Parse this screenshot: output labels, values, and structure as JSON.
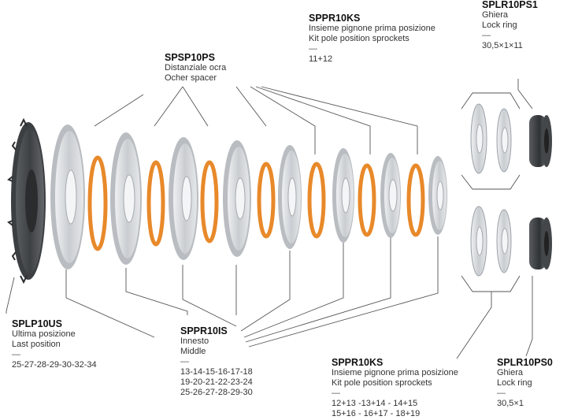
{
  "labels": {
    "spsp10ps": {
      "code": "SPSP10PS",
      "it": "Distanziale ocra",
      "en": "Ocher spacer"
    },
    "sppr10ks_top": {
      "code": "SPPR10KS",
      "it": "Insieme pignone prima posizione",
      "en": "Kit pole position sprockets",
      "dash": "—",
      "values": [
        "11+12"
      ]
    },
    "splr10ps1": {
      "code": "SPLR10PS1",
      "it": "Ghiera",
      "en": "Lock ring",
      "dash": "—",
      "values": [
        "30,5×1×11"
      ]
    },
    "splp10us": {
      "code": "SPLP10US",
      "it": "Ultima posizione",
      "en": "Last position",
      "dash": "—",
      "values": [
        "25-27-28-29-30-32-34"
      ]
    },
    "sppr10is": {
      "code": "SPPR10IS",
      "it": "Innesto",
      "en": "Middle",
      "dash": "—",
      "values": [
        "13-14-15-16-17-18",
        "19-20-21-22-23-24",
        "25-26-27-28-29-30"
      ]
    },
    "sppr10ks_bottom": {
      "code": "SPPR10KS",
      "it": "Insieme pignone prima posizione",
      "en": "Kit pole position sprockets",
      "dash": "—",
      "values": [
        "12+13 -13+14 - 14+15",
        "15+16 - 16+17 - 18+19"
      ]
    },
    "splr10ps0": {
      "code": "SPLR10PS0",
      "it": "Ghiera",
      "en": "Lock ring",
      "dash": "—",
      "values": [
        "30,5×1"
      ]
    }
  },
  "colors": {
    "spacer": "#e8892a",
    "spacer_dark": "#c96a14",
    "sprocket_silver": "#d4d7da",
    "sprocket_edge": "#9aa0a6",
    "sprocket_dark": "#4a4d50",
    "leader": "#555555"
  }
}
